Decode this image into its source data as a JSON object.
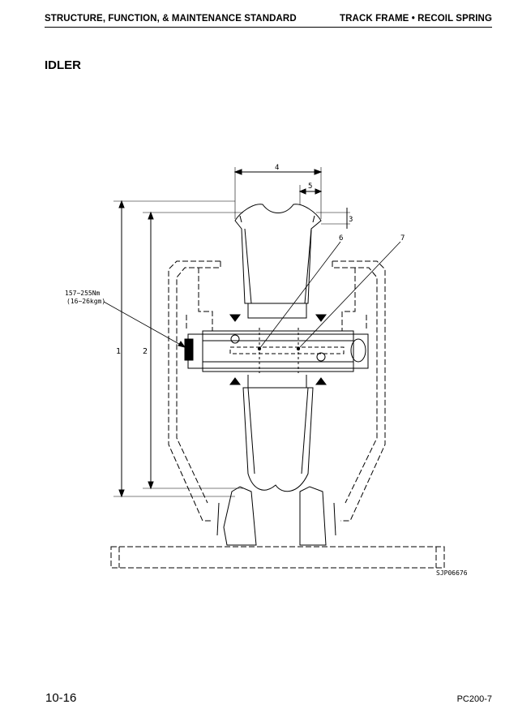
{
  "header": {
    "left": "STRUCTURE, FUNCTION, & MAINTENANCE STANDARD",
    "right": "TRACK FRAME • RECOIL SPRING"
  },
  "section_title": "IDLER",
  "drawing": {
    "torque_line1": "157~255Nm",
    "torque_line2": "(16~26kgm)",
    "callouts": [
      "1",
      "2",
      "3",
      "4",
      "5",
      "6",
      "7"
    ],
    "drawing_code": "SJP06676"
  },
  "footer": {
    "page_number": "10-16",
    "model": "PC200-7"
  }
}
